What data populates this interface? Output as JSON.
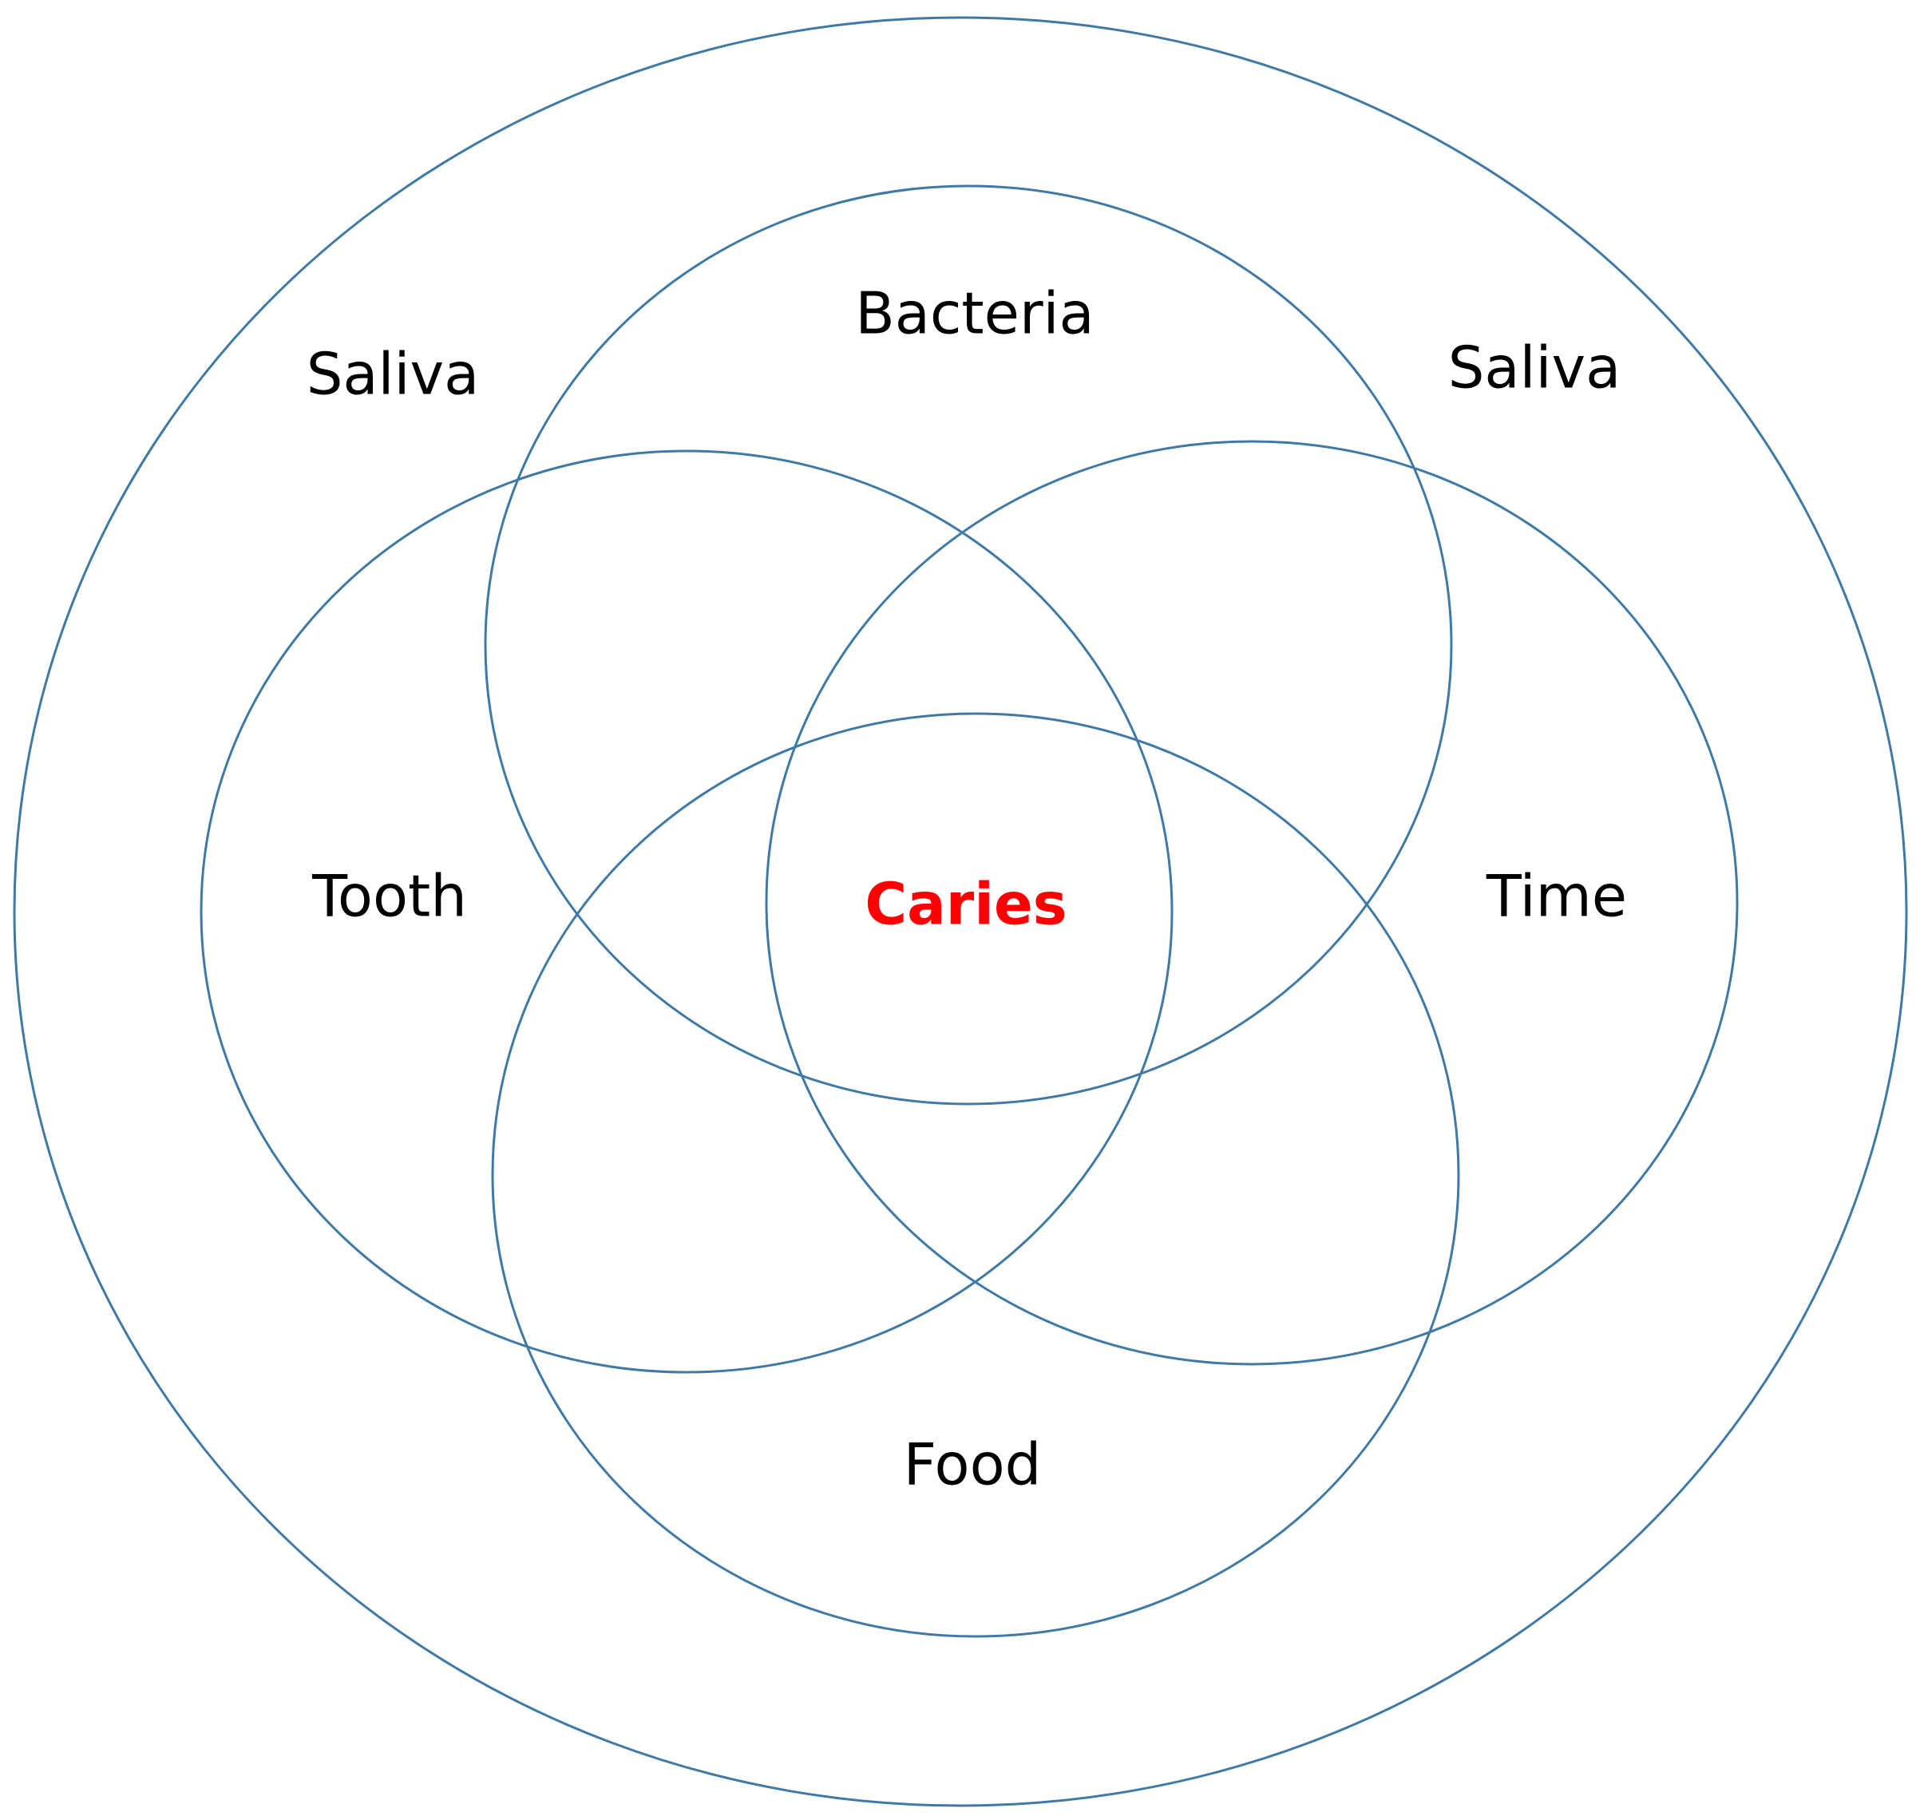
{
  "colors": {
    "circle_stroke": "#3f7aa6",
    "label": "#000000",
    "center_label": "#ff0000",
    "background": "#ffffff"
  },
  "labels": {
    "saliva_left": "Saliva",
    "saliva_right": "Saliva",
    "bacteria": "Bacteria",
    "tooth": "Tooth",
    "time": "Time",
    "food": "Food",
    "center": "Caries"
  }
}
